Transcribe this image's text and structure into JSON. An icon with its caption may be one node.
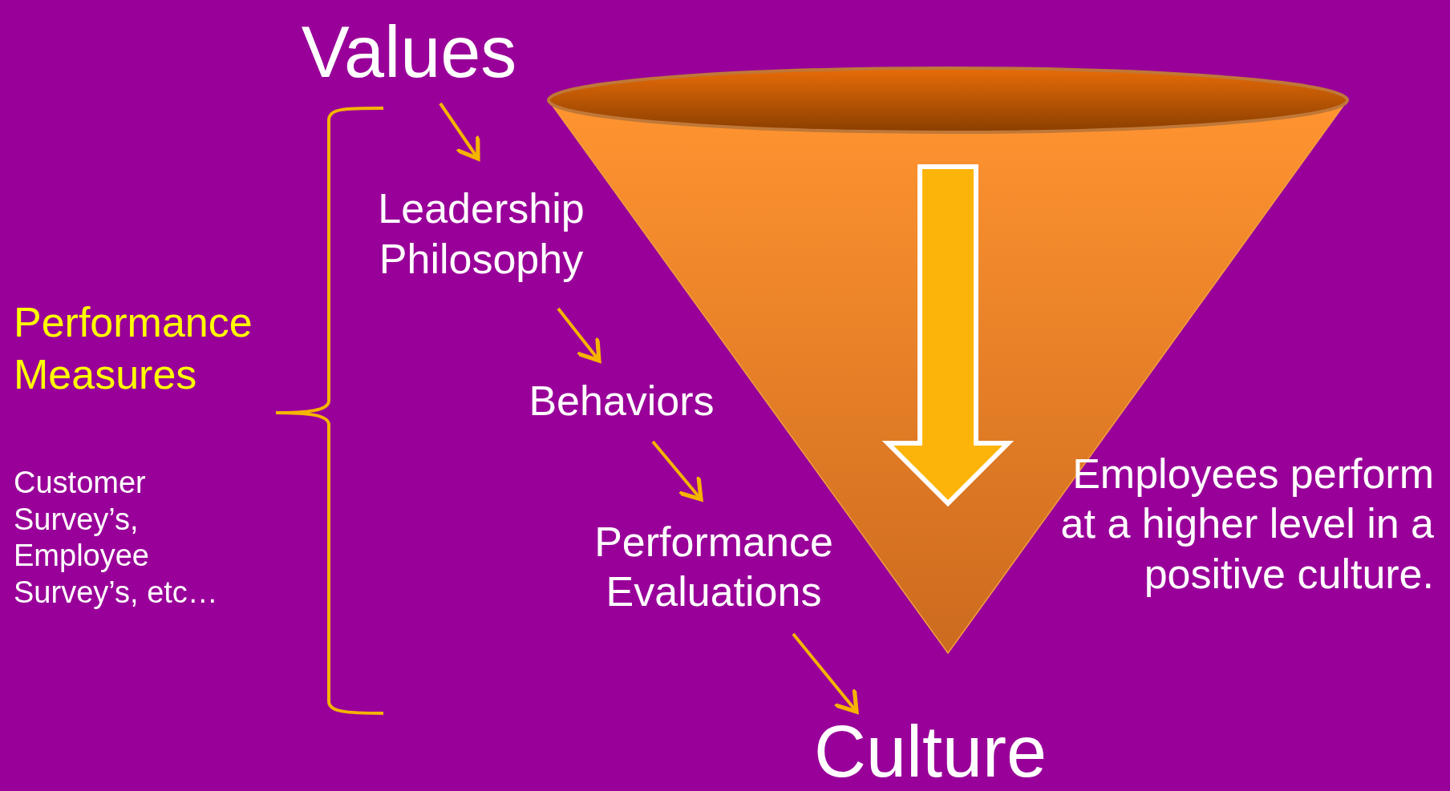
{
  "diagram": {
    "nodes": [
      {
        "text": [
          "Values"
        ]
      },
      {
        "text": [
          "Leadership Philosophy"
        ]
      },
      {
        "text": [
          "Behaviors"
        ]
      },
      {
        "text": [
          "Performance Evaluations"
        ]
      },
      {
        "text": [
          "Culture"
        ]
      }
    ],
    "edges": [
      {
        "from": 0,
        "to": 1,
        "arrow": "to"
      },
      {
        "from": 1,
        "to": 2,
        "arrow": "to"
      },
      {
        "from": 2,
        "to": 3,
        "arrow": "to"
      },
      {
        "from": 3,
        "to": 4,
        "arrow": "to"
      }
    ],
    "labels": [
      "Performance Measures",
      "Customer Survey’s, Employee Survey’s, etc…",
      "Employees perform at a higher level in a positive culture."
    ]
  }
}
